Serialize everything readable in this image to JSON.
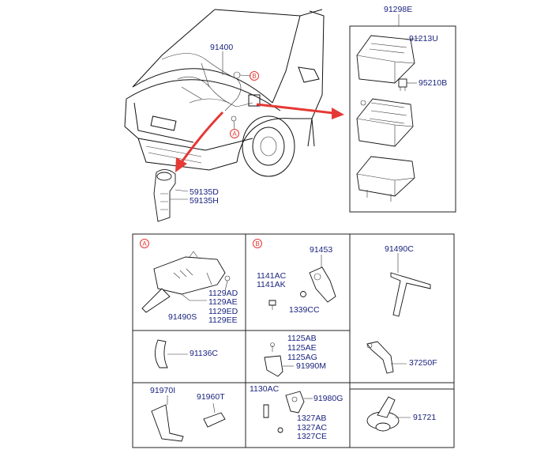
{
  "top": {
    "harness": "91400",
    "fuse_box_set": "91298E",
    "fuse_box_cover": "91213U",
    "relay": "95210B",
    "protector_1": "59135D",
    "protector_2": "59135H",
    "marker_a": "A",
    "marker_b": "B"
  },
  "grid": {
    "a": {
      "marker": "A",
      "parts": [
        "1129AD",
        "1129AE",
        "1129ED",
        "1129EE",
        "91490S"
      ]
    },
    "b": {
      "marker": "B",
      "parts": [
        "91453",
        "1141AC",
        "1141AK",
        "1339CC"
      ]
    },
    "c": {
      "parts": [
        "91490C"
      ]
    },
    "d": {
      "parts": [
        "91136C"
      ]
    },
    "e": {
      "parts": [
        "1125AB",
        "1125AE",
        "1125AG",
        "91990M"
      ]
    },
    "f": {
      "parts": [
        "37250F"
      ]
    },
    "g": {
      "parts": [
        "91970I",
        "91960T"
      ]
    },
    "h": {
      "parts": [
        "1130AC",
        "91980G",
        "1327AB",
        "1327AC",
        "1327CE"
      ]
    },
    "i": {
      "parts": [
        "91721"
      ]
    }
  },
  "colors": {
    "label": "#1a237e",
    "marker": "#e53935",
    "arrow": "#e53935"
  }
}
